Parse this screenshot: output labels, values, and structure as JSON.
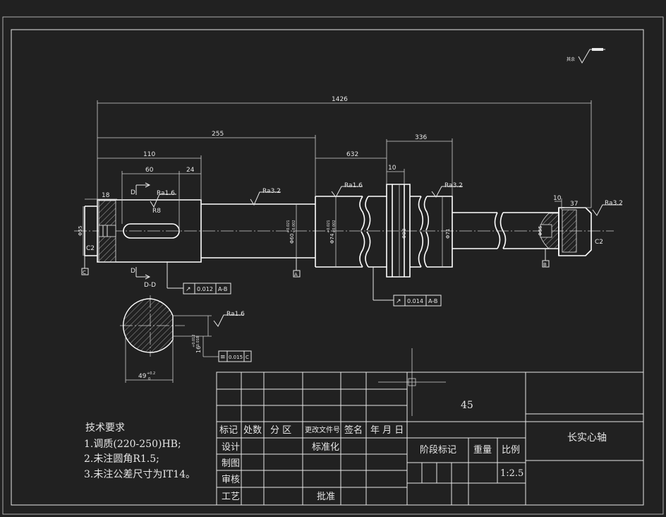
{
  "drawing": {
    "roughness_note": "其余",
    "dimensions": {
      "overall_length": "1426",
      "d255": "255",
      "d110": "110",
      "d60": "60",
      "d24": "24",
      "d18": "18",
      "d632": "632",
      "d336": "336",
      "d10a": "10",
      "d10b": "10",
      "d37": "37",
      "r8": "R8",
      "c2a": "C2",
      "c2b": "C2",
      "phi60": "Φ60",
      "phi74": "Φ74",
      "phi98": "Φ98",
      "phi71": "Φ71",
      "phi_left": "Φ55",
      "phi_right": "Φ55",
      "tol_up": "+0.021",
      "tol_dn": "+0.002",
      "sec_width": "49",
      "sec_tol_up": "+0.2",
      "sec_tol_dn": "0",
      "sec_h": "16",
      "sec_h_tol_up": "+0.012",
      "sec_h_tol_dn": "-0.018"
    },
    "roughness": {
      "ra16a": "Ra1.6",
      "ra32a": "Ra3.2",
      "ra16b": "Ra1.6",
      "ra32b": "Ra3.2",
      "ra32c": "Ra3.2",
      "ra16c": "Ra1.6"
    },
    "section_marks": {
      "d_top": "D",
      "d_bottom": "D",
      "section_title": "D-D"
    },
    "datums": {
      "c": "C",
      "a": "A",
      "b": "B"
    },
    "tolerance_frames": [
      {
        "symbol": "↗",
        "value": "0.012",
        "datum": "A-B"
      },
      {
        "symbol": "↗",
        "value": "0.014",
        "datum": "A-B"
      },
      {
        "symbol": "≡",
        "value": "0.015",
        "datum": "C"
      }
    ]
  },
  "tech_requirements": {
    "title": "技术要求",
    "items": [
      "1.调质(220-250)HB;",
      "2.未注圆角R1.5;",
      "3.未注公差尺寸为IT14。"
    ]
  },
  "title_block": {
    "material": "45",
    "part_name": "长实心轴",
    "headers": [
      "标记",
      "处数",
      "分 区",
      "更改文件号",
      "签名",
      "年 月 日"
    ],
    "rows": [
      "设计",
      "制图",
      "审核",
      "工艺"
    ],
    "standardize": "标准化",
    "approve": "批准",
    "stage_mark": "阶段标记",
    "weight": "重量",
    "scale_label": "比例",
    "scale_value": "1:2.5"
  },
  "colors": {
    "background": "#212121",
    "line": "#e8e8e8"
  }
}
